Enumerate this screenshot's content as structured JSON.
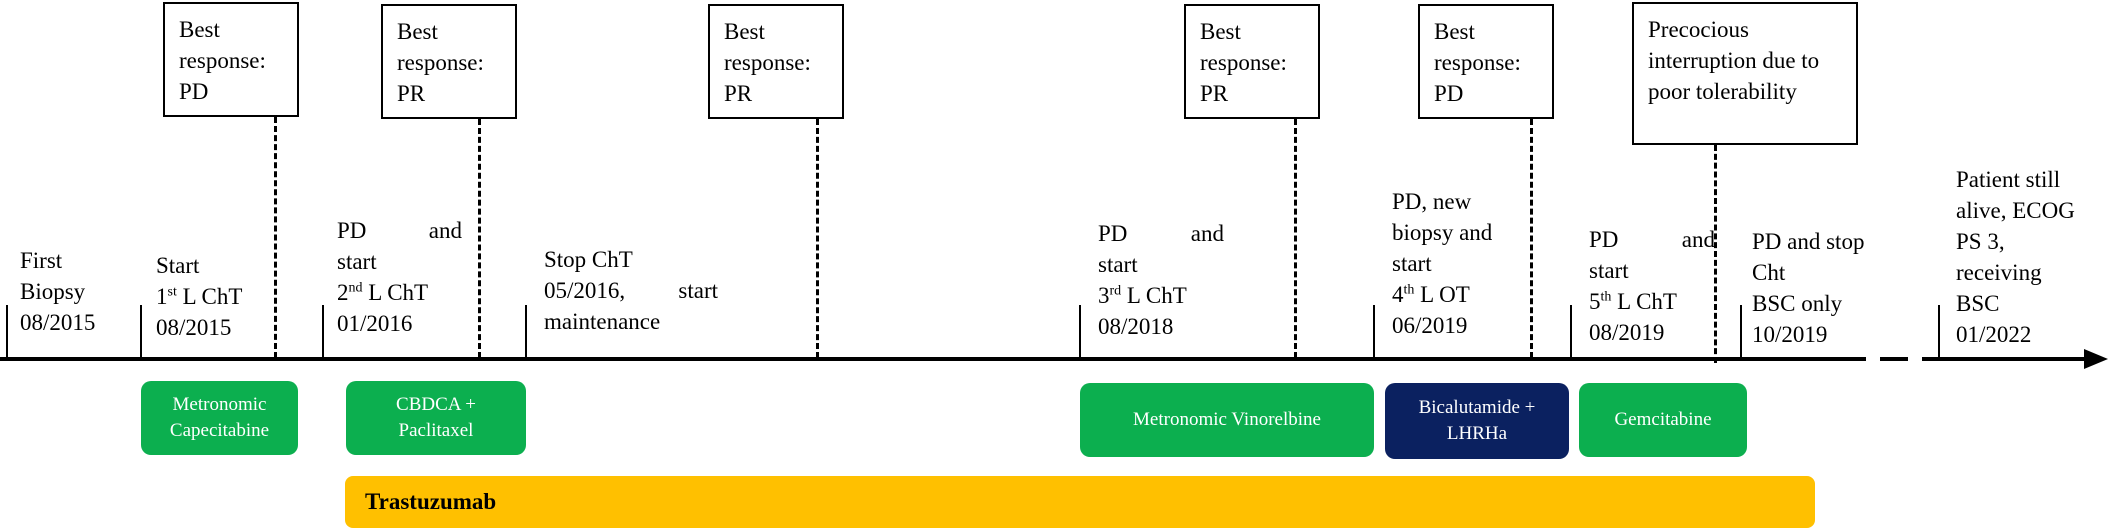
{
  "responses": [
    {
      "text": "Best response: PD"
    },
    {
      "text": "Best response: PR"
    },
    {
      "text": "Best response: PR"
    },
    {
      "text": "Best response: PR"
    },
    {
      "text": "Best response: PD"
    },
    {
      "text": "Precocious interruption due to poor tolerability"
    }
  ],
  "events": [
    {
      "line1": "First",
      "line2": "Biopsy",
      "line3": "08/2015"
    },
    {
      "line1": "Start",
      "line2_pre": "1",
      "line2_sup": "st",
      "line2_post": " L ChT",
      "line3": "08/2015"
    },
    {
      "line1": "PD and",
      "line2": "start",
      "line3_pre": "2",
      "line3_sup": "nd",
      "line3_post": " L ChT",
      "line4": "01/2016"
    },
    {
      "line1": "Stop ChT",
      "line2": "05/2016, start",
      "line3": "maintenance"
    },
    {
      "line1": "PD and",
      "line2": "start",
      "line3_pre": "3",
      "line3_sup": "rd",
      "line3_post": " L ChT",
      "line4": "08/2018"
    },
    {
      "line1": "PD, new",
      "line2": "biopsy and",
      "line3": "start",
      "line4_pre": "4",
      "line4_sup": "th",
      "line4_post": " L OT",
      "line5": "06/2019"
    },
    {
      "line1": "PD and",
      "line2": "start",
      "line3_pre": "5",
      "line3_sup": "th",
      "line3_post": " L ChT",
      "line4": "08/2019"
    },
    {
      "line1": "PD and stop",
      "line2": "Cht",
      "line3": "BSC only",
      "line4": "10/2019"
    },
    {
      "line1": "Patient still",
      "line2": "alive, ECOG",
      "line3": "PS 3,",
      "line4": "receiving",
      "line5": "BSC",
      "line6": "01/2022"
    }
  ],
  "therapies": [
    {
      "name": "Metronomic Capecitabine"
    },
    {
      "name": "CBDCA + Paclitaxel"
    },
    {
      "name": "Metronomic Vinorelbine"
    },
    {
      "name": "Bicalutamide + LHRHa"
    },
    {
      "name": "Gemcitabine"
    }
  ],
  "maintenance": {
    "name": "Trastuzumab"
  },
  "colors": {
    "chemo": "#0caf4f",
    "hormone": "#0b2160",
    "antiHER2": "#ffc000",
    "axis": "#000000"
  }
}
